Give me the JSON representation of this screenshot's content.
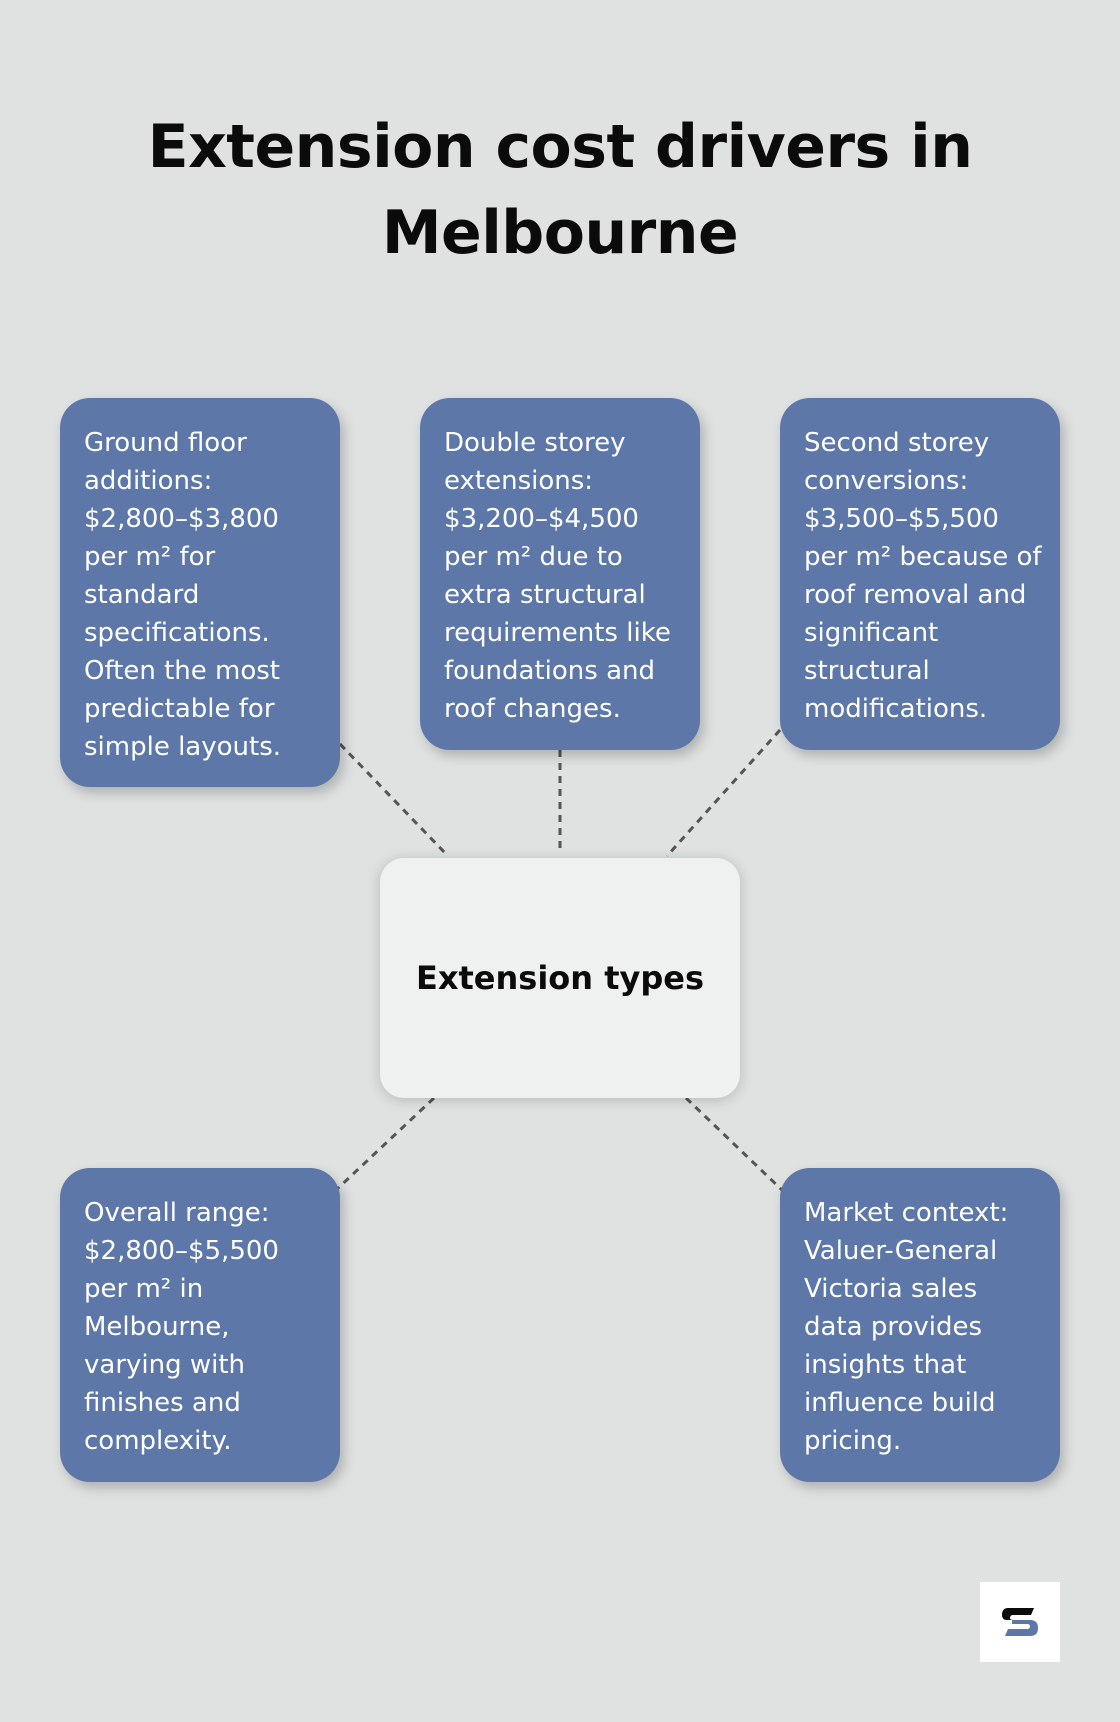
{
  "title": {
    "line1": "Extension cost drivers in",
    "line2": "Melbourne"
  },
  "center_node": {
    "label": "Extension types"
  },
  "nodes": [
    {
      "id": "ground-floor",
      "position": "top-left",
      "text": "Ground floor additions: $2,800–$3,800 per m² for standard specifications. Often the most predictable for simple layouts."
    },
    {
      "id": "double-storey",
      "position": "top-center",
      "text": "Double storey extensions: $3,200–$4,500 per m² due to extra structural requirements like foundations and roof changes."
    },
    {
      "id": "second-storey",
      "position": "top-right",
      "text": "Second storey conversions: $3,500–$5,500 per m² because of roof removal and significant structural modifications."
    },
    {
      "id": "overall-range",
      "position": "bottom-left",
      "text": "Overall range: $2,800–$5,500 per m² in Melbourne, varying with finishes and complexity."
    },
    {
      "id": "market-context",
      "position": "bottom-right",
      "text": "Market context: Valuer-General Victoria sales data provides insights that influence build pricing."
    }
  ],
  "colors": {
    "background": "#dfe2e1",
    "card": "#5c77a8",
    "center_card": "#eff1f0",
    "connector": "#555555",
    "title": "#0b0b0b"
  },
  "logo": {
    "icon": "brand-s-logo-icon"
  }
}
